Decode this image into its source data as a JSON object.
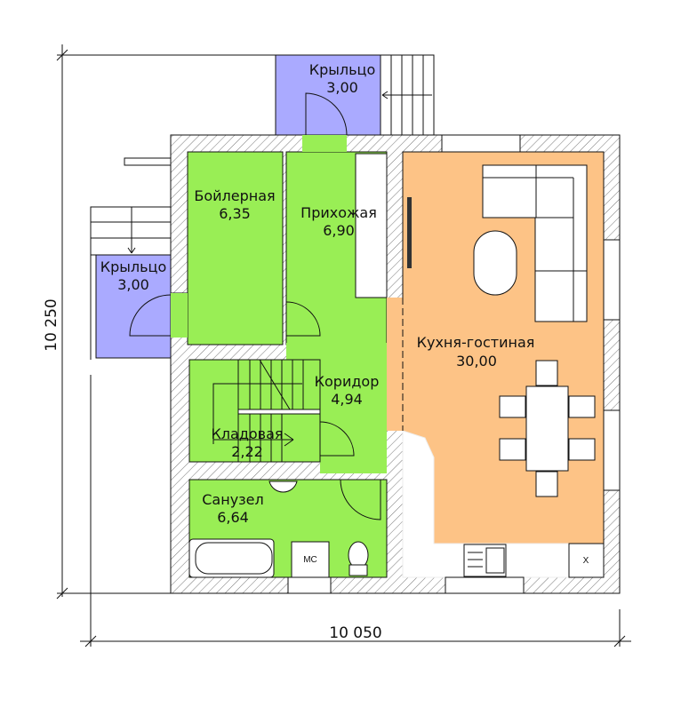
{
  "colors": {
    "living_room": "#99ee55",
    "kitchen": "#fdc386",
    "porch": "#aaaaff",
    "wall_hatch": "#666666"
  },
  "rooms": {
    "porch_top": {
      "name": "Крыльцо",
      "area": "3,00"
    },
    "porch_left": {
      "name": "Крыльцо",
      "area": "3,00"
    },
    "boiler": {
      "name": "Бойлерная",
      "area": "6,35"
    },
    "hall": {
      "name": "Прихожая",
      "area": "6,90"
    },
    "kitchen_living": {
      "name": "Кухня-гостиная",
      "area": "30,00"
    },
    "corridor": {
      "name": "Коридор",
      "area": "4,94"
    },
    "pantry": {
      "name": "Кладовая",
      "area": "2,22"
    },
    "bathroom": {
      "name": "Санузел",
      "area": "6,64"
    }
  },
  "fixtures": {
    "washing_machine": "МС",
    "stove": "Х"
  },
  "dimensions": {
    "height": "10 250",
    "width": "10 050"
  }
}
